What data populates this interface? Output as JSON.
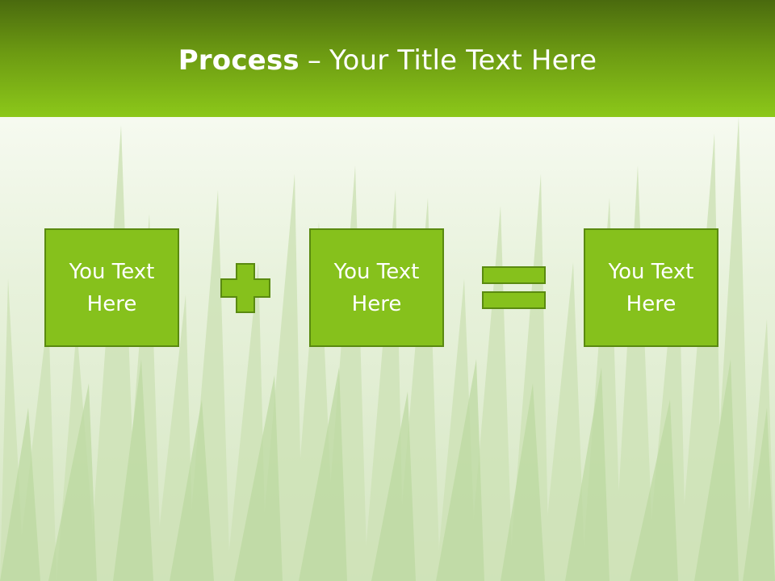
{
  "slide": {
    "title_bold": "Process",
    "title_dash": "–",
    "title_rest": "Your Title Text Here",
    "boxes": [
      {
        "text": "You Text Here"
      },
      {
        "text": "You Text Here"
      },
      {
        "text": "You Text Here"
      }
    ],
    "operators": [
      "plus-icon",
      "equals-icon"
    ],
    "colors": {
      "header_dark": "#4a6a0e",
      "header_light": "#8cc81a",
      "box_fill": "#86c11c",
      "box_border": "#5a8a10",
      "background": "#f6faf0"
    }
  }
}
